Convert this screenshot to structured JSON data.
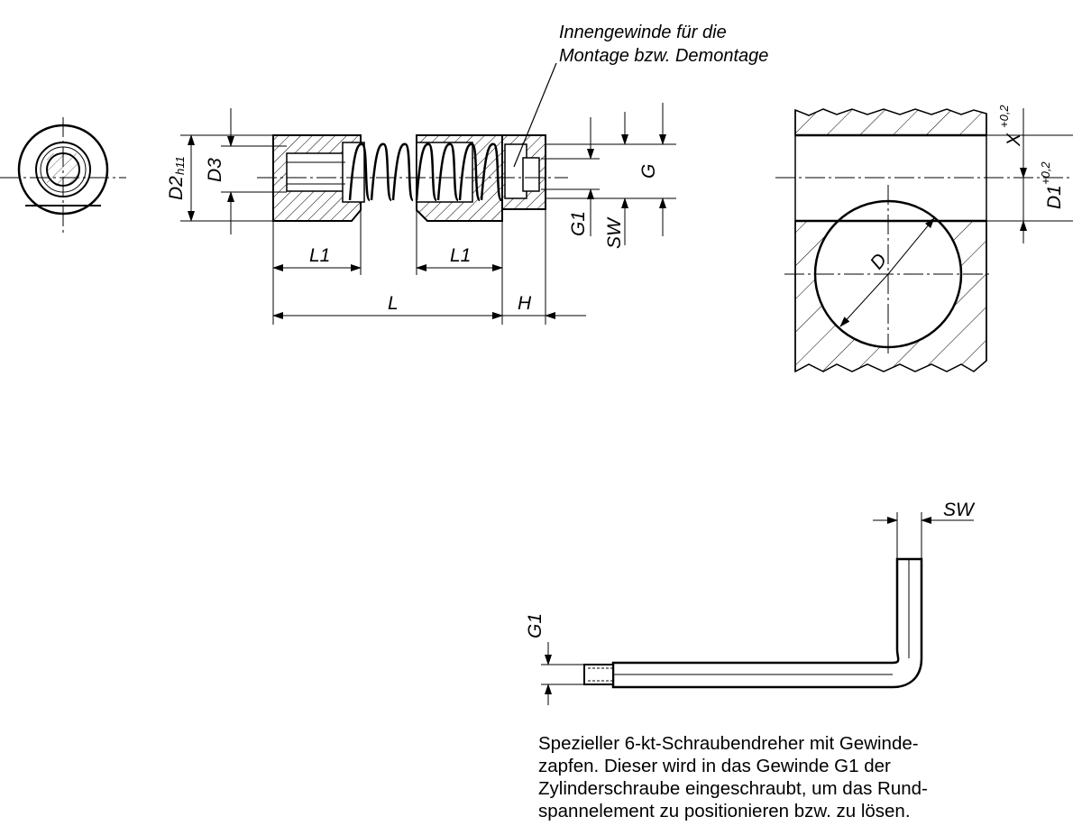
{
  "annotation": {
    "line1": "Innengewinde für die",
    "line2": "Montage bzw. Demontage"
  },
  "dims": {
    "D2": "D2",
    "h11": "h11",
    "D3": "D3",
    "G": "G",
    "G1": "G1",
    "SW": "SW",
    "L1": "L1",
    "L": "L",
    "H": "H",
    "D": "D",
    "X": "X",
    "X_tol": "+0,2",
    "D1": "D1",
    "D1_tol": "+0,2"
  },
  "caption": {
    "line1": "Spezieller 6-kt-Schraubendreher mit Gewinde-",
    "line2": "zapfen. Dieser wird in das Gewinde G1 der",
    "line3": "Zylinderschraube eingeschraubt, um das Rund-",
    "line4": "spannelement zu positionieren bzw. zu lösen."
  }
}
